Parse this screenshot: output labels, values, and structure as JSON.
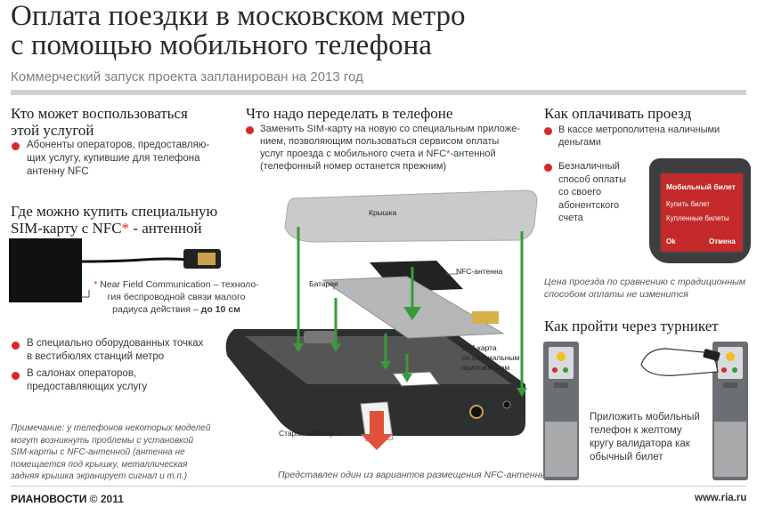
{
  "header": {
    "title_line1": "Оплата поездки в московском метро",
    "title_line2": "с помощью мобильного телефона",
    "subtitle": "Коммерческий запуск проекта запланирован на 2013 год"
  },
  "who": {
    "heading_line1": "Кто может воспользоваться",
    "heading_line2": "этой услугой",
    "items": [
      "Абоненты операторов, предоставляю-",
      "щих услугу, купившие для телефона",
      "антенну NFC"
    ]
  },
  "where": {
    "heading_line1": "Где можно купить специальную",
    "heading_line2_a": "SIM-карту с NFC",
    "heading_star": "*",
    "heading_line2_b": "- антенной",
    "footnote_star": "*",
    "footnote_lines": [
      "Near Field Communication – техноло-",
      "гия беспроводной связи малого",
      "радиуса действия –"
    ],
    "footnote_bold": "до 10 см",
    "point1_line1": "В специально оборудованных точках",
    "point1_line2": "в вестибюлях станций метро",
    "point2_line1": "В салонах операторов,",
    "point2_line2": "предоставляющих услугу"
  },
  "remark": [
    "Примечание: у телефонов некоторых моделей",
    "могут возникнуть проблемы с установкой",
    "SIM-карты с NFC-антенной (антенна не",
    "помещается под крышку, металлическая",
    "задняя крышка экранирует сигнал и т.п.)"
  ],
  "phone_change": {
    "heading": "Что надо переделать в телефоне",
    "text_lines": [
      "Заменить SIM-карту на новую со специальным приложе-",
      "нием, позволяющим пользоваться сервисом оплаты",
      "услуг проезда с мобильного счета и NFC",
      "-антенной",
      "(телефонный номер останется прежним)"
    ],
    "star": "*",
    "labels": {
      "cover": "Крышка",
      "nfc": "NFC-антенна",
      "battery": "Батарея",
      "sim_line1": "SIM-карта",
      "sim_line2": "со специальным",
      "sim_line3": "приложением",
      "old_sim": "Старая SIM-карта"
    },
    "caption": "Представлен один из вариантов размещения NFC-антенны"
  },
  "pay": {
    "heading": "Как оплачивать проезд",
    "item1_line1": "В кассе метрополитена наличными",
    "item1_line2": "деньгами",
    "item2_lines": [
      "Безналичный",
      "способ оплаты",
      "со своего",
      "абонентского",
      "счета"
    ],
    "screen": {
      "title": "Мобильный билет",
      "item1": "Купить билет",
      "item2": "Купленные билеты",
      "ok": "Ok",
      "cancel": "Отмена"
    },
    "note_line1": "Цена проезда по сравнению с традиционным",
    "note_line2": "способом оплаты не изменится"
  },
  "turnstile": {
    "heading": "Как пройти через турникет",
    "text_lines": [
      "Приложить мобильный",
      "телефон к желтому",
      "кругу валидатора как",
      "обычный билет"
    ]
  },
  "footer": {
    "logo_ria": "РИА",
    "logo_novosti": "НОВОСТИ",
    "copyright": "© 2011",
    "url": "www.ria.ru"
  },
  "colors": {
    "accent_red": "#d42a2a",
    "arrow_green": "#3a9a3a",
    "text_gray": "#808080",
    "rule_gray": "#cfd2d4"
  }
}
